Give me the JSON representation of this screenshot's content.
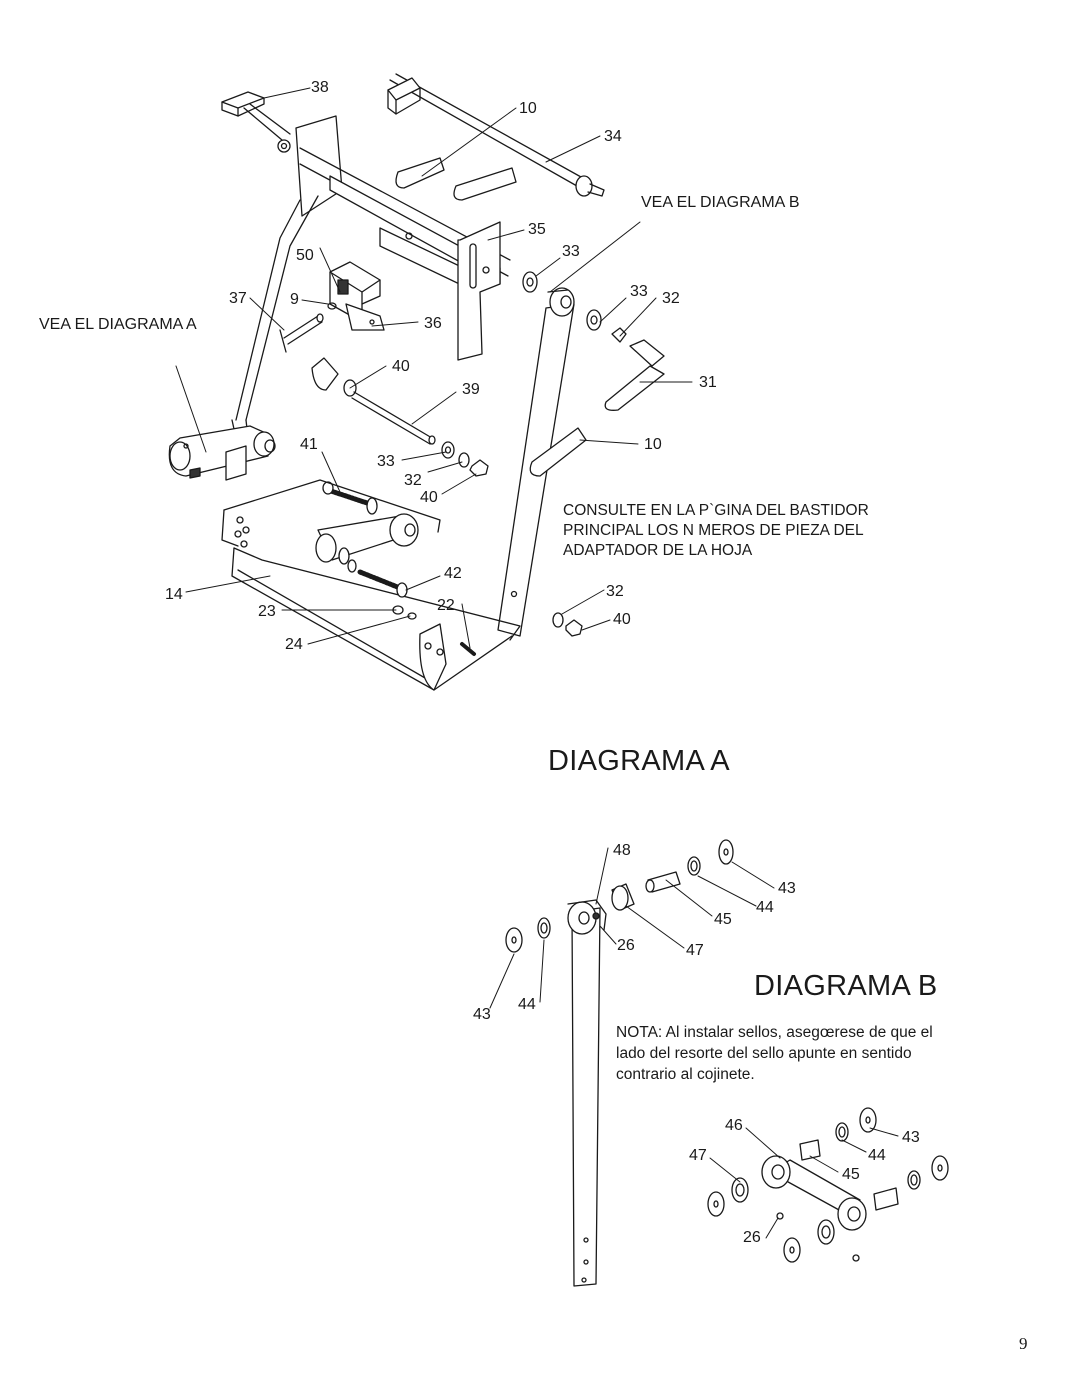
{
  "diagram_a": {
    "title": "DIAGRAMA A",
    "see_a": "VEA EL DIAGRAMA A",
    "see_b": "VEA EL DIAGRAMA B",
    "note": [
      "CONSULTE EN LA P`GINA DEL BASTIDOR",
      "PRINCIPAL LOS N MEROS DE PIEZA DEL",
      "ADAPTADOR DE LA HOJA"
    ],
    "callouts": {
      "c38": "38",
      "c10a": "10",
      "c34": "34",
      "c35": "35",
      "c33a": "33",
      "c50": "50",
      "c37": "37",
      "c9": "9",
      "c36": "36",
      "c33b": "33",
      "c32a": "32",
      "c40a": "40",
      "c39": "39",
      "c31": "31",
      "c41": "41",
      "c10b": "10",
      "c33c": "33",
      "c32b": "32",
      "c40b": "40",
      "c42": "42",
      "c14": "14",
      "c32c": "32",
      "c23": "23",
      "c22": "22",
      "c40c": "40",
      "c24": "24"
    }
  },
  "diagram_b": {
    "title": "DIAGRAMA B",
    "note": [
      "NOTA: Al instalar sellos, asegœrese de que el",
      "lado del resorte del sello apunte en sentido",
      "contrario al cojinete."
    ],
    "callouts": {
      "c48": "48",
      "c43a": "43",
      "c44a": "44",
      "c45a": "45",
      "c26a": "26",
      "c47a": "47",
      "c43b": "43",
      "c44b": "44",
      "c46": "46",
      "c43c": "43",
      "c47b": "47",
      "c44c": "44",
      "c45b": "45",
      "c26b": "26"
    }
  },
  "page_number": "9"
}
